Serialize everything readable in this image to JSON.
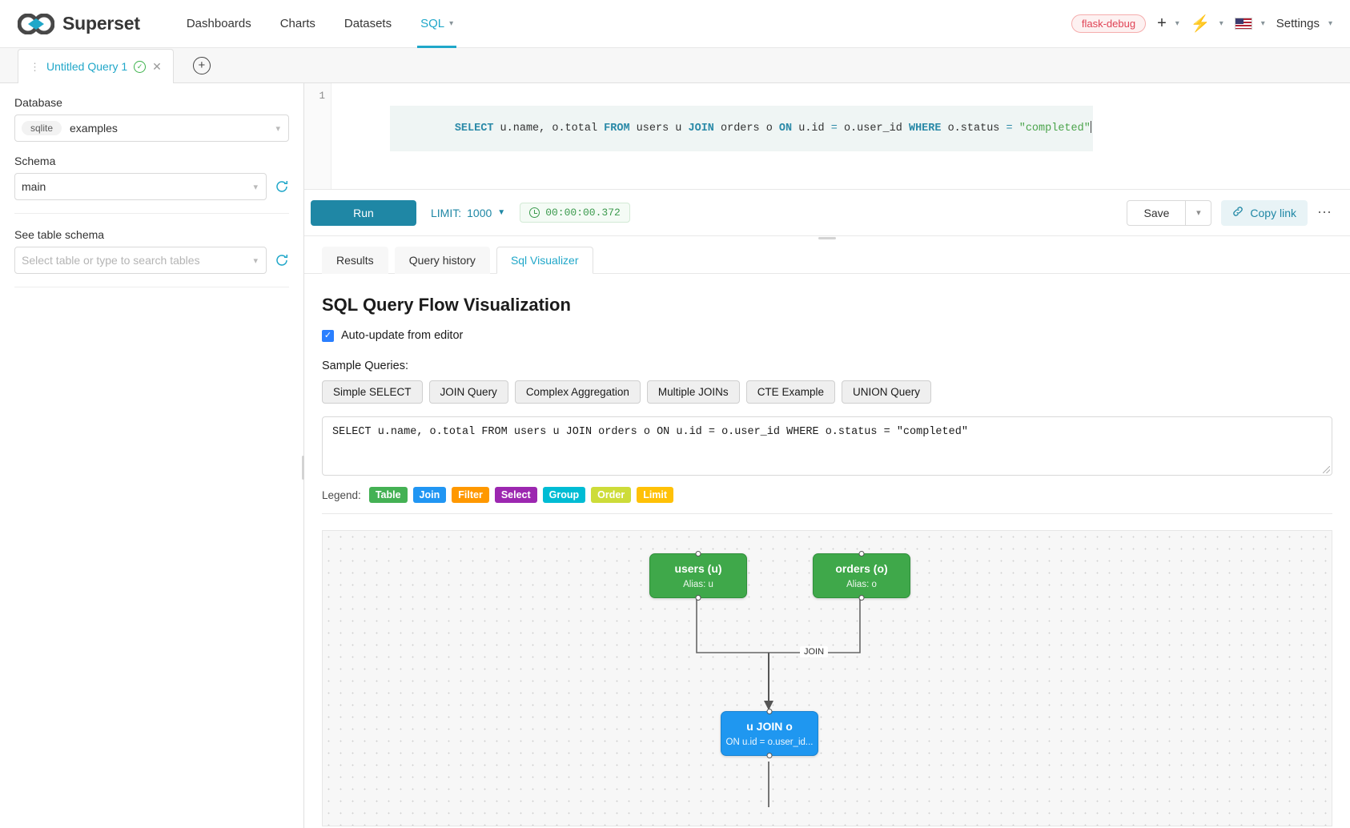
{
  "navbar": {
    "brand": "Superset",
    "brand_icon": "superset-infinity-logo",
    "links": [
      {
        "label": "Dashboards",
        "active": false,
        "has_caret": false
      },
      {
        "label": "Charts",
        "active": false,
        "has_caret": false
      },
      {
        "label": "Datasets",
        "active": false,
        "has_caret": false
      },
      {
        "label": "SQL",
        "active": true,
        "has_caret": true
      }
    ],
    "debug_badge": "flask-debug",
    "plus_icon": "plus-icon",
    "bolt_icon": "bolt-icon",
    "language_icon": "us-flag-icon",
    "settings_label": "Settings",
    "accent_color": "#20a7c9"
  },
  "query_tabs": {
    "items": [
      {
        "title": "Untitled Query 1",
        "status_icon": "check-circle-icon",
        "close_icon": "close-icon"
      }
    ],
    "add_icon": "plus-circle-icon"
  },
  "left_panel": {
    "database_label": "Database",
    "database_engine": "sqlite",
    "database_value": "examples",
    "schema_label": "Schema",
    "schema_value": "main",
    "table_label": "See table schema",
    "table_placeholder": "Select table or type to search tables",
    "refresh_icon": "refresh-icon"
  },
  "editor": {
    "line_number": "1",
    "tokens": [
      {
        "t": "SELECT",
        "k": "kw"
      },
      {
        "t": " u.name, o.total ",
        "k": ""
      },
      {
        "t": "FROM",
        "k": "kw"
      },
      {
        "t": " users u ",
        "k": ""
      },
      {
        "t": "JOIN",
        "k": "kw"
      },
      {
        "t": " orders o ",
        "k": ""
      },
      {
        "t": "ON",
        "k": "kw"
      },
      {
        "t": " u.id ",
        "k": ""
      },
      {
        "t": "=",
        "k": "op"
      },
      {
        "t": " o.user_id ",
        "k": ""
      },
      {
        "t": "WHERE",
        "k": "kw"
      },
      {
        "t": " o.status ",
        "k": ""
      },
      {
        "t": "=",
        "k": "op"
      },
      {
        "t": " ",
        "k": ""
      },
      {
        "t": "\"completed\"",
        "k": "str"
      }
    ]
  },
  "toolbar": {
    "run_label": "Run",
    "limit_label": "LIMIT:",
    "limit_value": "1000",
    "timer_value": "00:00:00.372",
    "timer_icon": "clock-icon",
    "save_label": "Save",
    "copy_link_label": "Copy link",
    "link_icon": "link-icon",
    "more_icon": "ellipsis-icon"
  },
  "result_tabs": [
    {
      "label": "Results",
      "active": false
    },
    {
      "label": "Query history",
      "active": false
    },
    {
      "label": "Sql Visualizer",
      "active": true
    }
  ],
  "visualizer": {
    "title": "SQL Query Flow Visualization",
    "auto_update_label": "Auto-update from editor",
    "auto_update_checked": true,
    "check_icon": "checkmark-icon",
    "sample_label": "Sample Queries:",
    "sample_buttons": [
      "Simple SELECT",
      "JOIN Query",
      "Complex Aggregation",
      "Multiple JOINs",
      "CTE Example",
      "UNION Query"
    ],
    "sql_text": "SELECT u.name, o.total FROM users u JOIN orders o ON u.id = o.user_id WHERE o.status = \"completed\"",
    "legend_label": "Legend:",
    "legend": [
      {
        "label": "Table",
        "color": "#44b154"
      },
      {
        "label": "Join",
        "color": "#2196f3"
      },
      {
        "label": "Filter",
        "color": "#ff9800"
      },
      {
        "label": "Select",
        "color": "#9c27b0"
      },
      {
        "label": "Group",
        "color": "#00bcd4"
      },
      {
        "label": "Order",
        "color": "#cddc39"
      },
      {
        "label": "Limit",
        "color": "#ffc107"
      }
    ],
    "graph": {
      "nodes": [
        {
          "id": "users",
          "type": "table",
          "title": "users (u)",
          "subtitle": "Alias: u"
        },
        {
          "id": "orders",
          "type": "table",
          "title": "orders (o)",
          "subtitle": "Alias: o"
        },
        {
          "id": "join",
          "type": "join",
          "title": "u JOIN o",
          "subtitle": "ON u.id = o.user_id..."
        }
      ],
      "edges": [
        {
          "from": "users",
          "to": "join",
          "label": "JOIN"
        },
        {
          "from": "orders",
          "to": "join",
          "label": ""
        }
      ]
    }
  }
}
